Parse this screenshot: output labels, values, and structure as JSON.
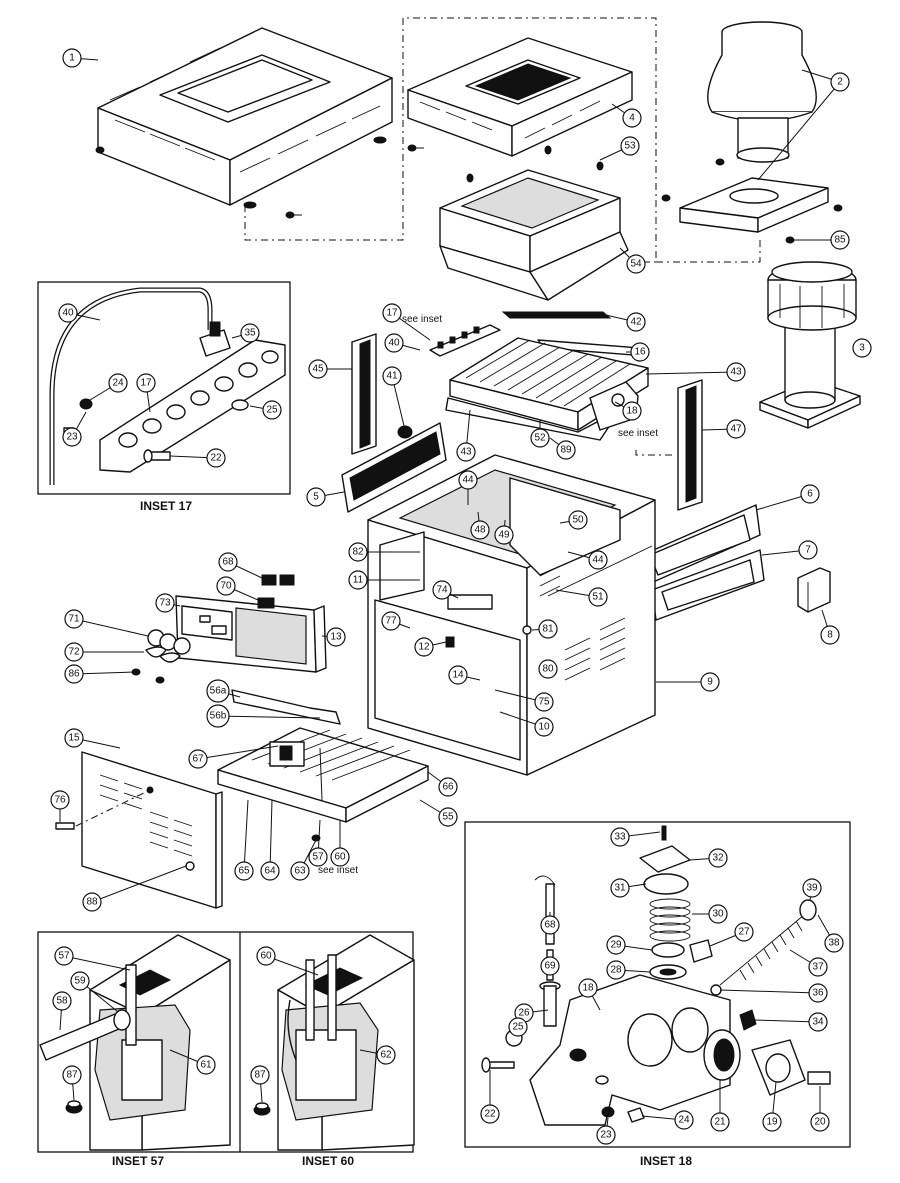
{
  "insets": {
    "inset17": "INSET 17",
    "inset18": "INSET 18",
    "inset57": "INSET 57",
    "inset60": "INSET 60"
  },
  "notes": {
    "see_inset_17": "see inset",
    "see_inset_18": "see inset",
    "see_inset_57_60": "see inset"
  },
  "callouts": [
    {
      "label": "1"
    },
    {
      "label": "2"
    },
    {
      "label": "3"
    },
    {
      "label": "4"
    },
    {
      "label": "53"
    },
    {
      "label": "54"
    },
    {
      "label": "85"
    },
    {
      "label": "17"
    },
    {
      "label": "42"
    },
    {
      "label": "16"
    },
    {
      "label": "43"
    },
    {
      "label": "40"
    },
    {
      "label": "41"
    },
    {
      "label": "45"
    },
    {
      "label": "43"
    },
    {
      "label": "52"
    },
    {
      "label": "89"
    },
    {
      "label": "18"
    },
    {
      "label": "47"
    },
    {
      "label": "5"
    },
    {
      "label": "44"
    },
    {
      "label": "48"
    },
    {
      "label": "49"
    },
    {
      "label": "50"
    },
    {
      "label": "44"
    },
    {
      "label": "6"
    },
    {
      "label": "7"
    },
    {
      "label": "8"
    },
    {
      "label": "82"
    },
    {
      "label": "11"
    },
    {
      "label": "74"
    },
    {
      "label": "51"
    },
    {
      "label": "81"
    },
    {
      "label": "80"
    },
    {
      "label": "77"
    },
    {
      "label": "12"
    },
    {
      "label": "14"
    },
    {
      "label": "75"
    },
    {
      "label": "10"
    },
    {
      "label": "9"
    },
    {
      "label": "68"
    },
    {
      "label": "70"
    },
    {
      "label": "73"
    },
    {
      "label": "13"
    },
    {
      "label": "71"
    },
    {
      "label": "72"
    },
    {
      "label": "86"
    },
    {
      "label": "56a"
    },
    {
      "label": "56b"
    },
    {
      "label": "15"
    },
    {
      "label": "67"
    },
    {
      "label": "66"
    },
    {
      "label": "55"
    },
    {
      "label": "76"
    },
    {
      "label": "65"
    },
    {
      "label": "64"
    },
    {
      "label": "63"
    },
    {
      "label": "57"
    },
    {
      "label": "60"
    },
    {
      "label": "88"
    },
    {
      "label": "40"
    },
    {
      "label": "35"
    },
    {
      "label": "24"
    },
    {
      "label": "17"
    },
    {
      "label": "25"
    },
    {
      "label": "23"
    },
    {
      "label": "22"
    },
    {
      "label": "57"
    },
    {
      "label": "59"
    },
    {
      "label": "58"
    },
    {
      "label": "61"
    },
    {
      "label": "87"
    },
    {
      "label": "60"
    },
    {
      "label": "62"
    },
    {
      "label": "87"
    },
    {
      "label": "33"
    },
    {
      "label": "32"
    },
    {
      "label": "31"
    },
    {
      "label": "30"
    },
    {
      "label": "39"
    },
    {
      "label": "68"
    },
    {
      "label": "27"
    },
    {
      "label": "38"
    },
    {
      "label": "29"
    },
    {
      "label": "69"
    },
    {
      "label": "28"
    },
    {
      "label": "37"
    },
    {
      "label": "18"
    },
    {
      "label": "36"
    },
    {
      "label": "26"
    },
    {
      "label": "34"
    },
    {
      "label": "25"
    },
    {
      "label": "22"
    },
    {
      "label": "24"
    },
    {
      "label": "23"
    },
    {
      "label": "21"
    },
    {
      "label": "19"
    },
    {
      "label": "20"
    }
  ]
}
